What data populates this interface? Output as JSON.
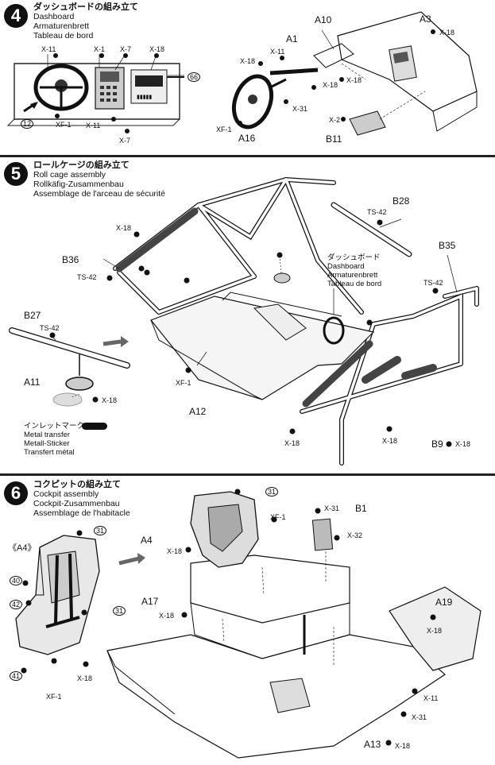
{
  "steps": [
    {
      "num": "4",
      "jp": "ダッシュボードの組み立て",
      "en": "Dashboard",
      "de": "Armaturenbrett",
      "fr": "Tableau de bord"
    },
    {
      "num": "5",
      "jp": "ロールケージの組み立て",
      "en": "Roll cage assembly",
      "de": "Rollkäfig-Zusammenbau",
      "fr": "Assemblage de l'arceau de sécurité"
    },
    {
      "num": "6",
      "jp": "コクピットの組み立て",
      "en": "Cockpit assembly",
      "de": "Cockpit-Zusammenbau",
      "fr": "Assemblage de l'habitacle"
    }
  ],
  "step4": {
    "labels": {
      "x11a": "X-11",
      "x1": "X-1",
      "x7a": "X-7",
      "x18a": "X-18",
      "ref66": "66",
      "ref12": "12",
      "xf1a": "XF-1",
      "x11b": "X-11",
      "x7b": "X-7",
      "a1": "A1",
      "a10": "A10",
      "a3": "A3",
      "x18b": "X-18",
      "x11c": "X-11",
      "x18c": "X-18",
      "x18d": "X-18",
      "x31": "X-31",
      "xf1b": "XF-1",
      "a16": "A16",
      "x2": "X-2",
      "b11": "B11",
      "x18e": "X-18"
    }
  },
  "step5": {
    "dash_jp": "ダッシュボード",
    "dash_en": "Dashboard",
    "dash_de": "Armaturenbrett",
    "dash_fr": "Tableau de bord",
    "labels": {
      "b28": "B28",
      "ts42a": "TS-42",
      "x18a": "X-18",
      "b35": "B35",
      "b36": "B36",
      "ts42b": "TS-42",
      "ts42c": "TS-42",
      "b27": "B27",
      "ts42d": "TS-42",
      "xf1": "XF-1",
      "a11": "A11",
      "x18b": "X-18",
      "a12": "A12",
      "x18c": "X-18",
      "x18d": "X-18",
      "b9": "B9",
      "x18e": "X-18"
    },
    "transfer_jp": "インレットマーク",
    "transfer_en": "Metal transfer",
    "transfer_de": "Metall-Sticker",
    "transfer_fr": "Transfert métal"
  },
  "step6": {
    "labels": {
      "ref31a": "31",
      "a4": "A4",
      "xf1a": "XF-1",
      "x18a": "X-18",
      "x31": "X-31",
      "b1": "B1",
      "x32": "X-32",
      "a4box": "《A4》",
      "ref31b": "31",
      "a19": "A19",
      "ref40": "40",
      "ref42": "42",
      "ref31c": "31",
      "a17": "A17",
      "x18b": "X-18",
      "x18c": "X-18",
      "ref41": "41",
      "x18d": "X-18",
      "xf1b": "XF-1",
      "x11": "X-11",
      "x31b": "X-31",
      "a13": "A13",
      "x18e": "X-18"
    }
  }
}
